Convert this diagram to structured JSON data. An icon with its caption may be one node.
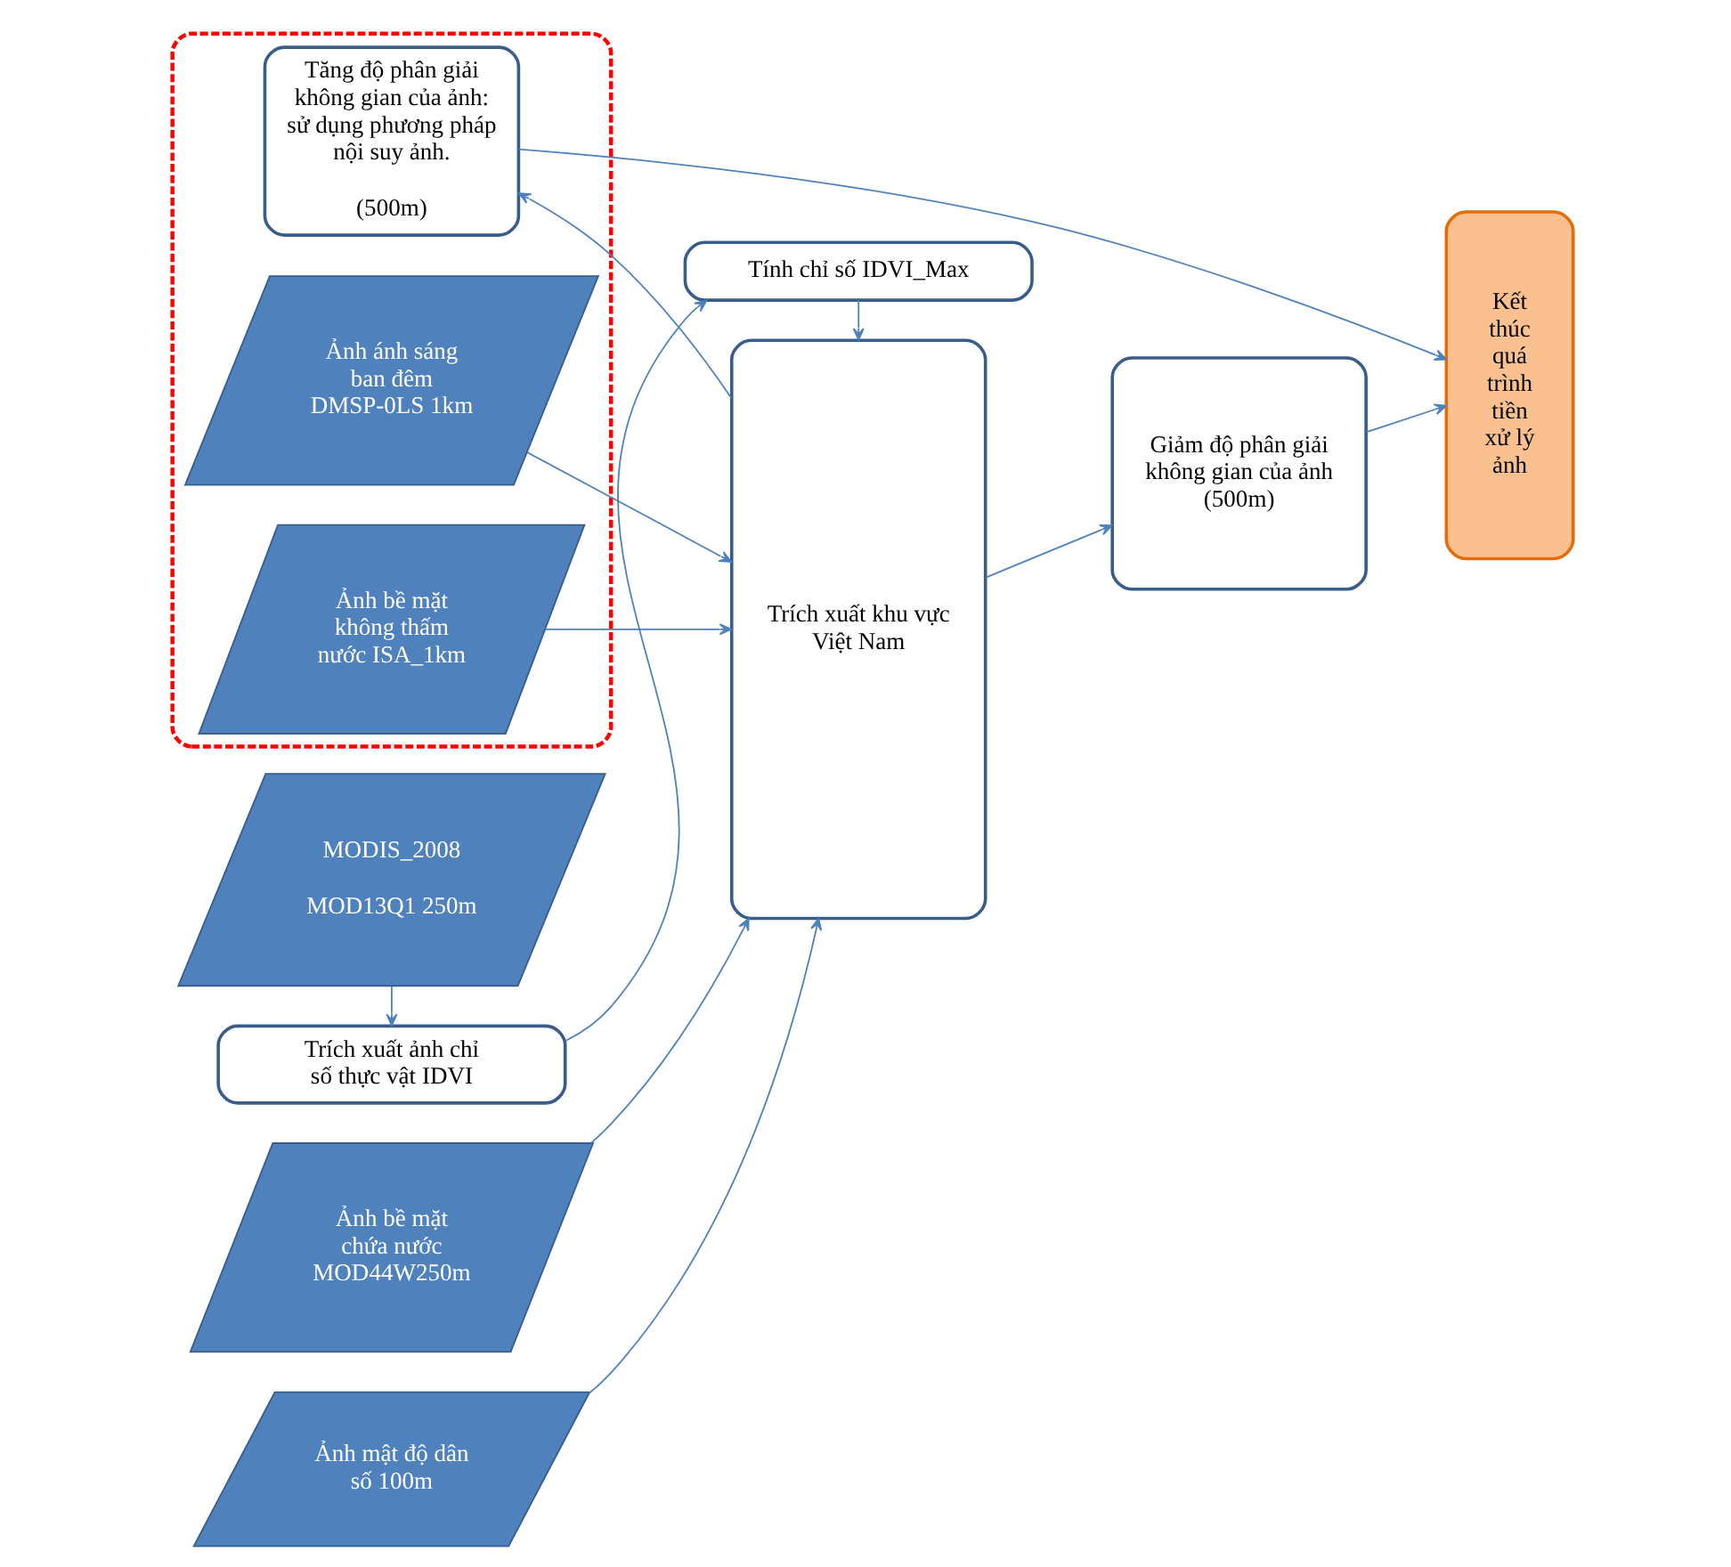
{
  "diagram": {
    "nodes": [
      {
        "text": [],
        "shape": "box"
      },
      {
        "text": [
          "Ảnh ánh sáng ban đêm DMSP-0LS 1km"
        ],
        "in": 0
      },
      {
        "text": [
          "Ảnh bề mặt không thấm nước ISA_1km"
        ],
        "in": 0
      },
      {
        "text": [
          "Tăng độ phân giải không gian của ảnh: sử dụng phương pháp nội suy ảnh.",
          "(500m)"
        ],
        "in": 0
      },
      {
        "text": [
          "Ảnh mật độ dân số 100m"
        ]
      },
      {
        "text": [
          "Ảnh bề mặt chứa nước MOD44W250m"
        ]
      },
      {
        "text": [
          "MODIS_2008",
          "MOD13Q1 250m"
        ]
      },
      {
        "text": [
          "Trích xuất khu vực Việt Nam"
        ]
      },
      {
        "text": [
          "Giảm độ phân giải không gian của ảnh (500m)"
        ]
      },
      {
        "text": [
          "Kết thúc quá trình tiền xử lý ảnh"
        ]
      },
      {
        "text": [
          "Trích xuất ảnh chỉ số thực vật IDVI"
        ]
      },
      {
        "text": [
          "Tính chỉ số IDVI_Max"
        ]
      }
    ],
    "edges": [
      {
        "from": 1,
        "to": 7,
        "arrow": "to"
      },
      {
        "from": 2,
        "to": 7,
        "arrow": "to"
      },
      {
        "from": 4,
        "to": 7,
        "arrow": "to"
      },
      {
        "from": 5,
        "to": 7,
        "arrow": "to"
      },
      {
        "from": 7,
        "to": 3,
        "arrow": "to"
      },
      {
        "from": 7,
        "to": 8,
        "arrow": "to"
      },
      {
        "from": 3,
        "to": 9,
        "arrow": "to"
      },
      {
        "from": 8,
        "to": 9,
        "arrow": "to"
      },
      {
        "from": 6,
        "to": 10,
        "arrow": "to"
      },
      {
        "from": 10,
        "to": 11,
        "arrow": "to"
      },
      {
        "from": 11,
        "to": 7,
        "arrow": "to"
      }
    ]
  }
}
